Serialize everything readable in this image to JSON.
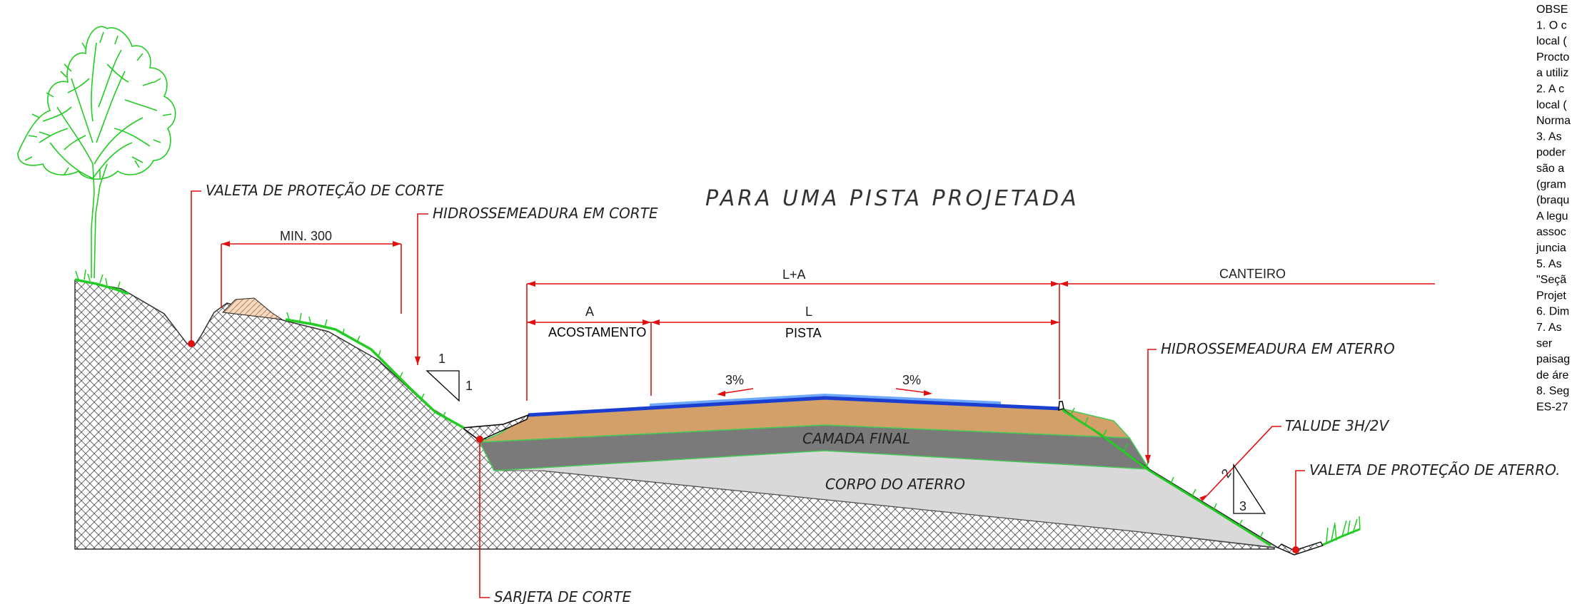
{
  "title": "PARA UMA PISTA PROJETADA",
  "labels": {
    "valeta_corte": "VALETA DE PROTEÇÃO DE CORTE",
    "hidro_corte": "HIDROSSEMEADURA EM CORTE",
    "hidro_aterro": "HIDROSSEMEADURA EM ATERRO",
    "talude": "TALUDE 3H/2V",
    "valeta_aterro": "VALETA DE PROTEÇÃO DE ATERRO.",
    "sarjeta": "SARJETA DE CORTE",
    "camada_final": "CAMADA FINAL",
    "corpo_aterro": "CORPO DO ATERRO"
  },
  "dimensions": {
    "min": "MIN. 300",
    "la": "L+A",
    "canteiro": "CANTEIRO",
    "a": "A",
    "l": "L",
    "acostamento": "ACOSTAMENTO",
    "pista": "PISTA",
    "slope_left": "3%",
    "slope_right": "3%",
    "ratio_cut_v": "1",
    "ratio_cut_h": "1",
    "ratio_fill_v": "2",
    "ratio_fill_h": "3"
  },
  "notes": [
    "OBSE",
    "1. O c",
    "local (",
    "Procto",
    "a utiliz",
    "2. A c",
    "local (",
    "Norma",
    "3. As",
    "poder",
    "são a",
    "(gram",
    "(braqu",
    " A legu",
    "assoc",
    "juncia",
    "5. As",
    "\"Seçã",
    "Projet",
    "6. Dim",
    "7. As",
    "ser",
    "paisag",
    "de áre",
    "8. Seg",
    "ES-27"
  ],
  "colors": {
    "annotation": "#e01010",
    "vegetation": "#22cc22",
    "pavement": "#1a3fd0",
    "base_layer": "#d4a06a",
    "final_layer": "#7a7a7a",
    "fill_body": "#d9d9d9"
  }
}
